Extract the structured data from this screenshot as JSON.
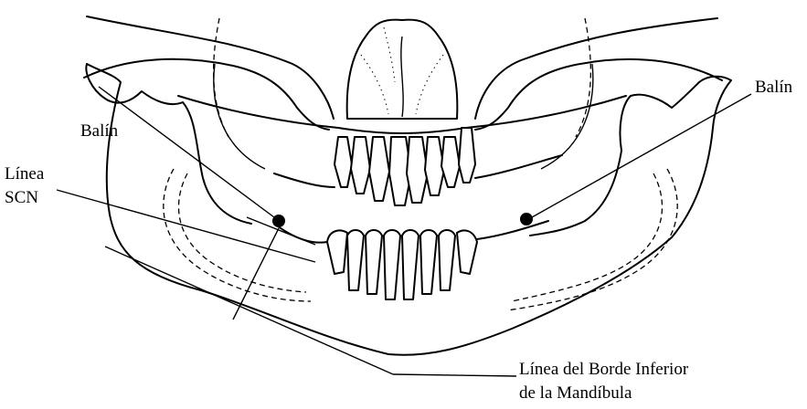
{
  "labels": {
    "balin_left": "Balín",
    "balin_right": "Balín",
    "linea_scn_line1": "Línea",
    "linea_scn_line2": "SCN",
    "borde_line1": "Línea del Borde Inferior",
    "borde_line2": "de la Mandíbula"
  },
  "colors": {
    "ink": "#000000",
    "background": "#ffffff"
  },
  "icons": {
    "marker": "lead-ball-marker-icon"
  }
}
